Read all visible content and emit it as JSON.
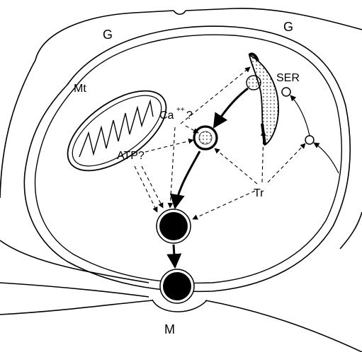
{
  "labels": {
    "g_left": "G",
    "g_right": "G",
    "mt": "Mt",
    "ser": "SER",
    "ca": "Ca",
    "ca_superscript": "++",
    "ca_question": "?",
    "atp": "ATP?",
    "tr": "Tr",
    "m": "M"
  },
  "colors": {
    "ink": "#000000",
    "paper": "#ffffff"
  }
}
